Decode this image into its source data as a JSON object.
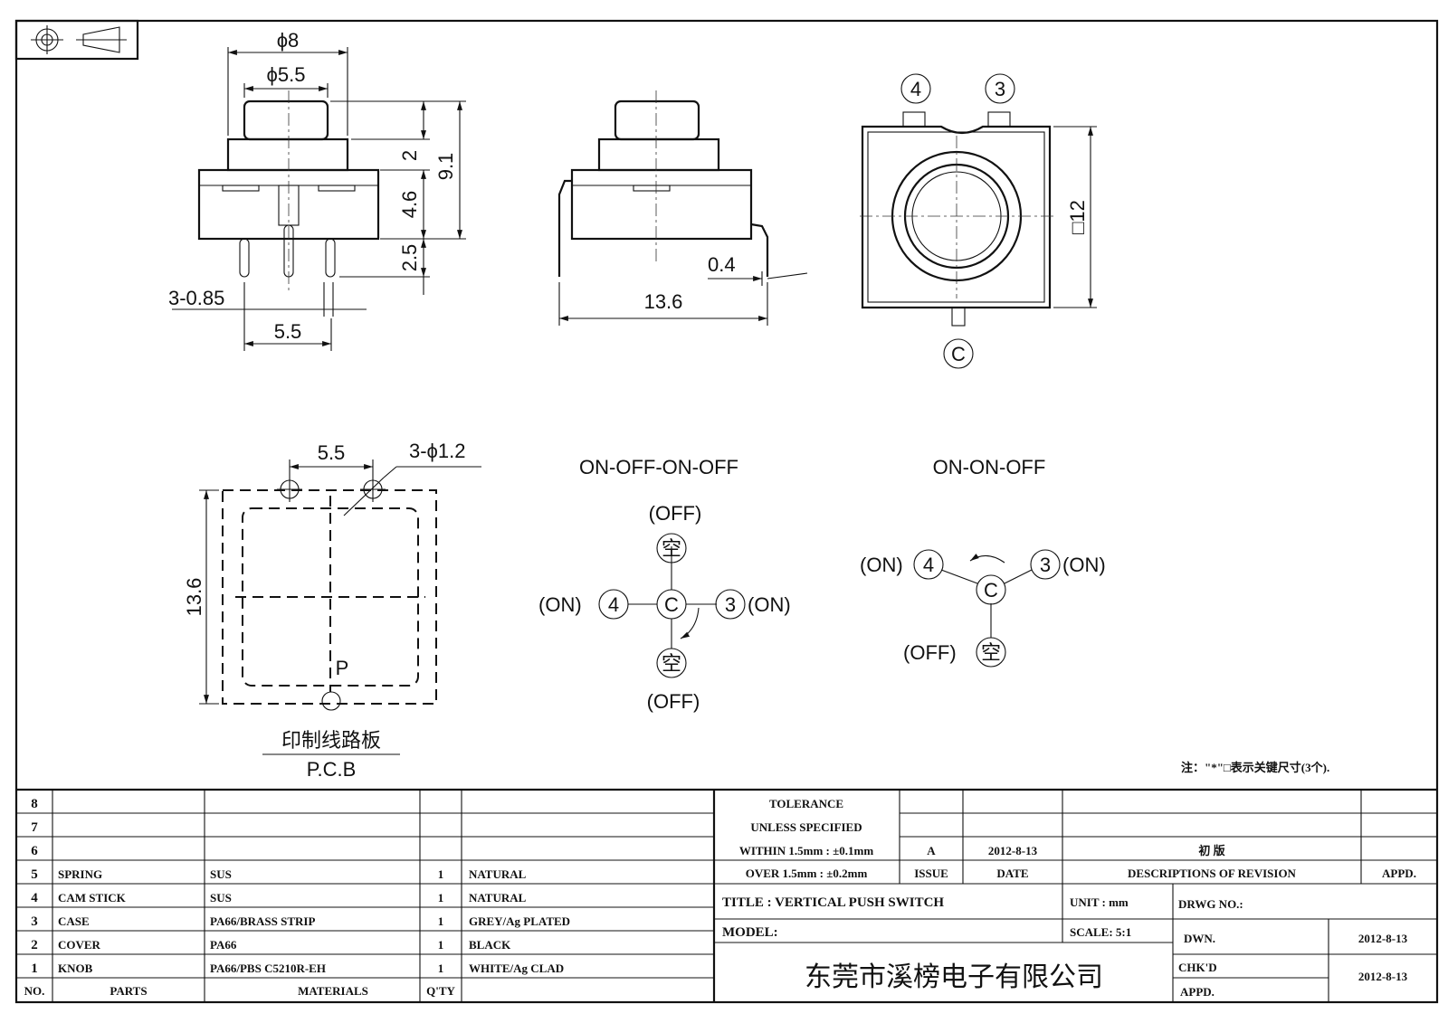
{
  "views": {
    "front": {
      "dia_outer": "ϕ8",
      "dia_inner": "ϕ5.5",
      "h_cap": "2",
      "h_total": "9.1",
      "h_body": "4.6",
      "h_pin": "2.5",
      "pin_dia": "3-0.85",
      "pin_pitch": "5.5"
    },
    "side": {
      "width": "13.6",
      "thickness": "0.4"
    },
    "top": {
      "size": "□12",
      "pin_4": "4",
      "pin_3": "3",
      "pin_c": "C"
    },
    "pcb": {
      "pitch": "5.5",
      "holes": "3-ϕ1.2",
      "size": "13.6",
      "marker": "P",
      "label_cn": "印制线路板",
      "label_en": "P.C.B"
    }
  },
  "diagrams": {
    "d1": {
      "title": "ON-OFF-ON-OFF",
      "top": "(OFF)",
      "bottom": "(OFF)",
      "left": "(ON)",
      "right": "(ON)",
      "null_glyph": "空",
      "pin_4": "4",
      "pin_3": "3",
      "pin_c": "C"
    },
    "d2": {
      "title": "ON-ON-OFF",
      "left": "(ON)",
      "right": "(ON)",
      "bottom": "(OFF)",
      "null_glyph": "空",
      "pin_4": "4",
      "pin_3": "3",
      "pin_c": "C"
    }
  },
  "note": "注：\"*\"□表示关键尺寸(3个).",
  "parts_rows": [
    {
      "no": "8",
      "part": "",
      "material": "",
      "qty": "",
      "finish": ""
    },
    {
      "no": "7",
      "part": "",
      "material": "",
      "qty": "",
      "finish": ""
    },
    {
      "no": "6",
      "part": "",
      "material": "",
      "qty": "",
      "finish": ""
    },
    {
      "no": "5",
      "part": "SPRING",
      "material": "SUS",
      "qty": "1",
      "finish": "NATURAL"
    },
    {
      "no": "4",
      "part": "CAM STICK",
      "material": "SUS",
      "qty": "1",
      "finish": "NATURAL"
    },
    {
      "no": "3",
      "part": "CASE",
      "material": "PA66/BRASS STRIP",
      "qty": "1",
      "finish": "GREY/Ag PLATED"
    },
    {
      "no": "2",
      "part": "COVER",
      "material": "PA66",
      "qty": "1",
      "finish": "BLACK"
    },
    {
      "no": "1",
      "part": "KNOB",
      "material": "PA66/PBS C5210R-EH",
      "qty": "1",
      "finish": "WHITE/Ag CLAD"
    }
  ],
  "parts_header": {
    "no": "NO.",
    "parts": "PARTS",
    "materials": "MATERIALS",
    "qty": "Q'TY"
  },
  "tolerance": {
    "l1": "TOLERANCE",
    "l2": "UNLESS  SPECIFIED",
    "l3": "WITHIN 1.5mm : ±0.1mm",
    "l4": "OVER 1.5mm : ±0.2mm"
  },
  "revision": {
    "issue": "A",
    "date": "2012-8-13",
    "desc": "初  版",
    "h_issue": "ISSUE",
    "h_date": "DATE",
    "h_desc": "DESCRIPTIONS OF REVISION",
    "h_appd": "APPD."
  },
  "titleblock": {
    "title": "TITLE :  VERTICAL PUSH SWITCH",
    "unit": "UNIT :  mm",
    "drwg_no": "DRWG NO.:",
    "model": "MODEL:",
    "scale": "SCALE:  5:1",
    "dwn": "DWN.",
    "dwn_date": "2012-8-13",
    "chkd": "CHK'D",
    "chkd_date": "2012-8-13",
    "appd": "APPD.",
    "company": "东莞市溪榜电子有限公司"
  }
}
